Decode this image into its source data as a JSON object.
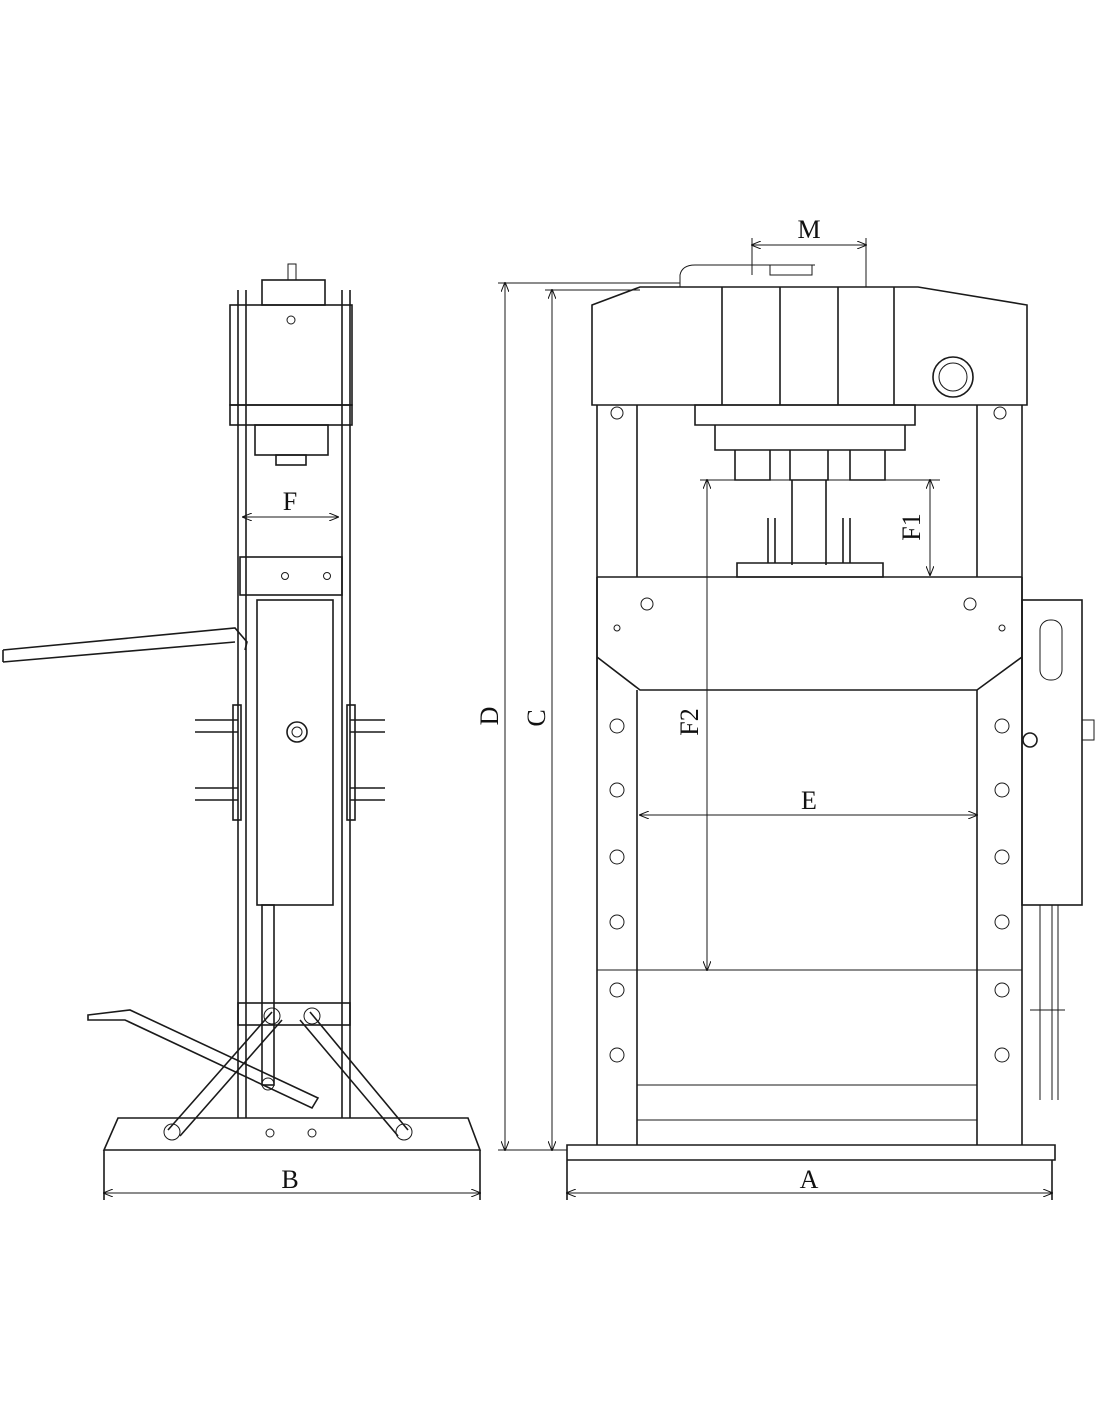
{
  "title": "Hydraulic shop press dimension drawing",
  "dimensions": {
    "M": "M",
    "F": "F",
    "F1": "F1",
    "F2": "F2",
    "E": "E",
    "D": "D",
    "C": "C",
    "B": "B",
    "A": "A"
  },
  "colors": {
    "line": "#1a1a1a",
    "background": "#ffffff"
  }
}
